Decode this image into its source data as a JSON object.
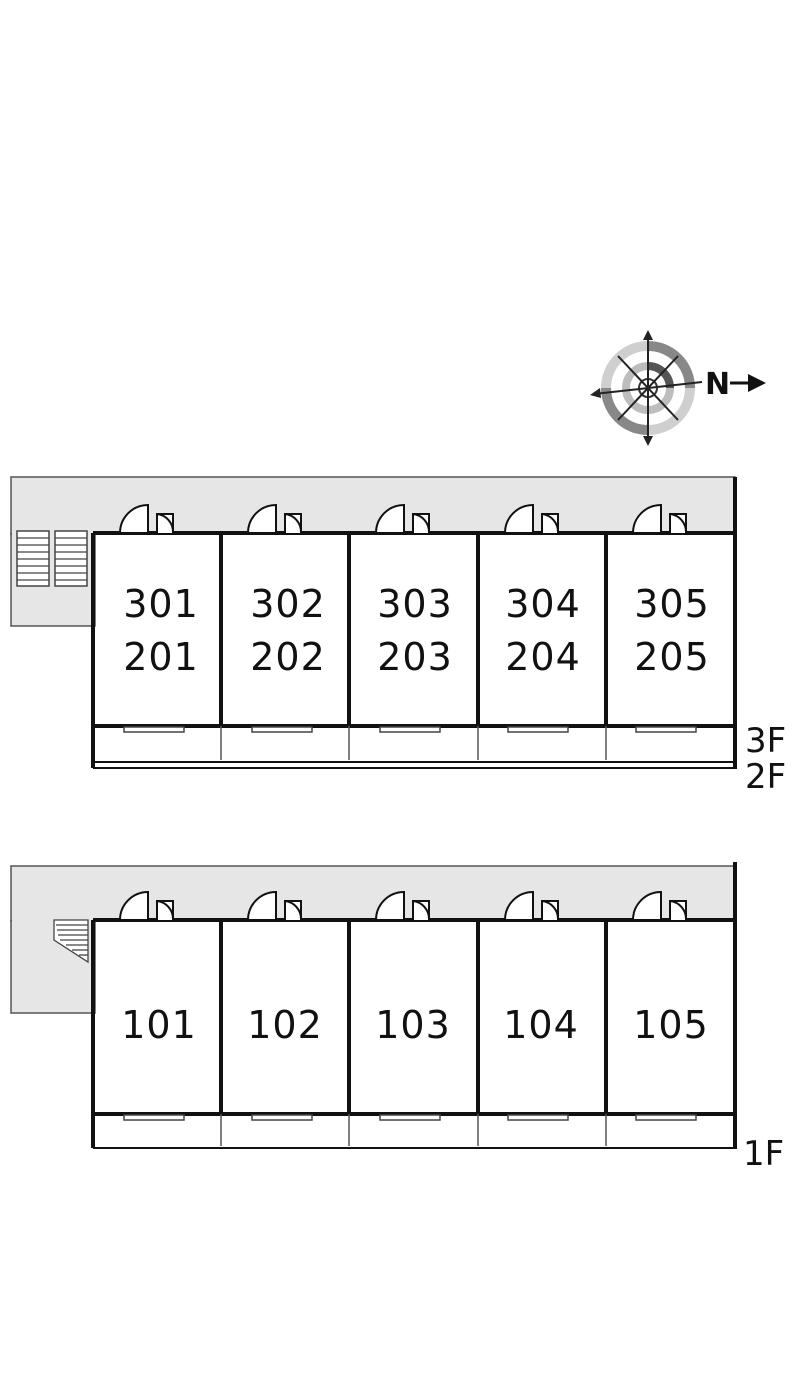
{
  "compass": {
    "north_label": "N"
  },
  "upper_block": {
    "floor_labels": [
      "3F",
      "2F"
    ],
    "units": [
      {
        "top": "301",
        "bottom": "201"
      },
      {
        "top": "302",
        "bottom": "202"
      },
      {
        "top": "303",
        "bottom": "203"
      },
      {
        "top": "304",
        "bottom": "204"
      },
      {
        "top": "305",
        "bottom": "205"
      }
    ]
  },
  "lower_block": {
    "floor_labels": [
      "1F"
    ],
    "units": [
      "101",
      "102",
      "103",
      "104",
      "105"
    ]
  },
  "colors": {
    "corridor": "#e6e6e6",
    "wall": "#111111",
    "line": "#555555"
  }
}
